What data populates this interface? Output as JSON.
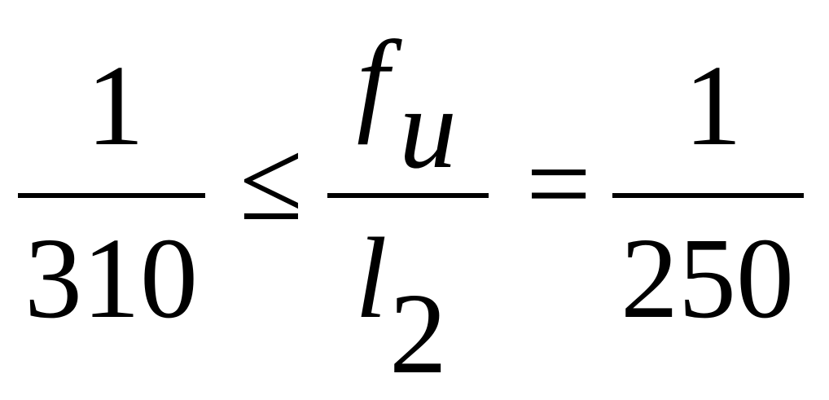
{
  "equation": {
    "left_fraction": {
      "numerator": "1",
      "denominator": "310"
    },
    "relation_1": "≤",
    "middle_fraction": {
      "numerator_base": "f",
      "numerator_subscript": "u",
      "denominator_base": "l",
      "denominator_subscript": "2"
    },
    "relation_2": "=",
    "right_fraction": {
      "numerator": "1",
      "denominator": "250"
    }
  }
}
